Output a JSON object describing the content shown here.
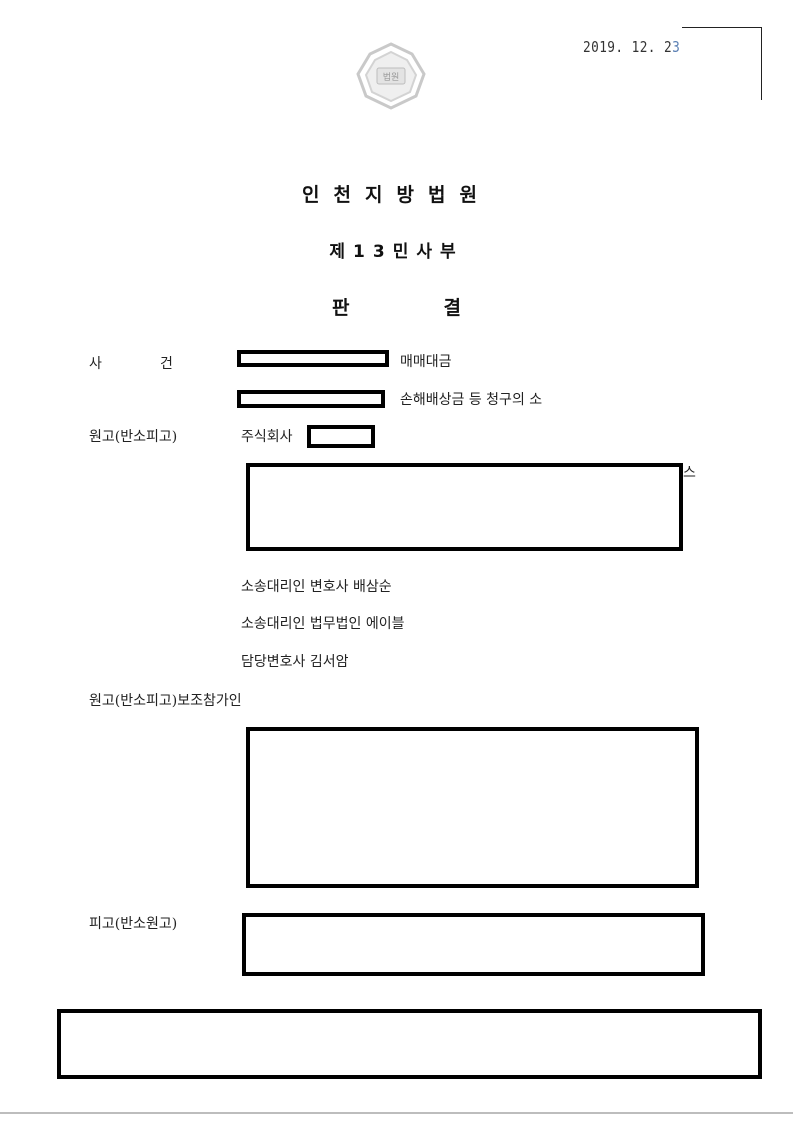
{
  "stamp": {
    "date_main": "2019. 12. 2",
    "date_last": "3"
  },
  "seal": {
    "text": "법원"
  },
  "header": {
    "court": "인천지방법원",
    "division": "제13민사부",
    "doc_type_left": "판",
    "doc_type_right": "결"
  },
  "case": {
    "label_a": "사",
    "label_b": "건",
    "case1_suffix": "매매대금",
    "case2_suffix": "손해배상금 등 청구의 소"
  },
  "plaintiff": {
    "label": "원고(반소피고)",
    "company_prefix": "주식회사",
    "partial_suffix": "스",
    "rep1": "소송대리인 변호사 배삼순",
    "rep2": "소송대리인 법무법인 에이블",
    "rep3": "담당변호사 김서암"
  },
  "intervenor": {
    "label": "원고(반소피고)보조참가인"
  },
  "defendant": {
    "label": "피고(반소원고)"
  }
}
